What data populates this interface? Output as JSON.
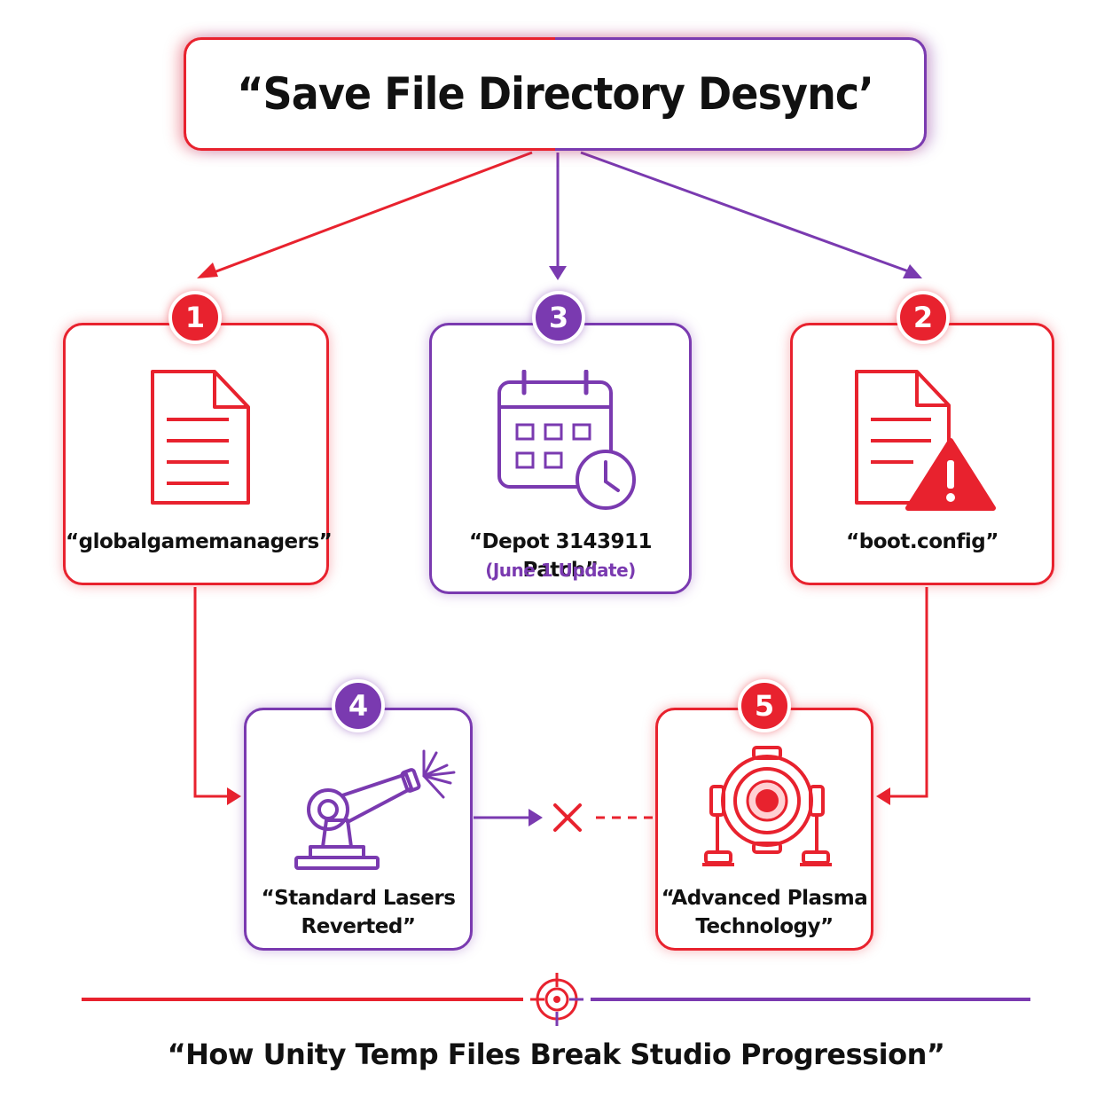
{
  "title": "“Save File Directory Desync’",
  "footer": "“How Unity Temp Files Break Studio Progression”",
  "colors": {
    "red": "#e8222e",
    "purple": "#7a3ab0",
    "text": "#111111"
  },
  "nodes": [
    {
      "badge": "1",
      "label": "“globalgamemanagers”",
      "icon": "document-icon",
      "color": "red"
    },
    {
      "badge": "3",
      "label": "“Depot 3143911 Patch”",
      "sublabel": "(June 1 Update)",
      "icon": "calendar-clock-icon",
      "color": "purple"
    },
    {
      "badge": "2",
      "label": "“boot.config”",
      "icon": "document-warning-icon",
      "color": "red"
    },
    {
      "badge": "4",
      "label_line1": "“Standard Lasers",
      "label_line2": "Reverted”",
      "icon": "laser-cannon-icon",
      "color": "purple"
    },
    {
      "badge": "5",
      "label_line1": "“Advanced Plasma",
      "label_line2": "Technology”",
      "icon": "plasma-reactor-icon",
      "color": "red"
    }
  ]
}
